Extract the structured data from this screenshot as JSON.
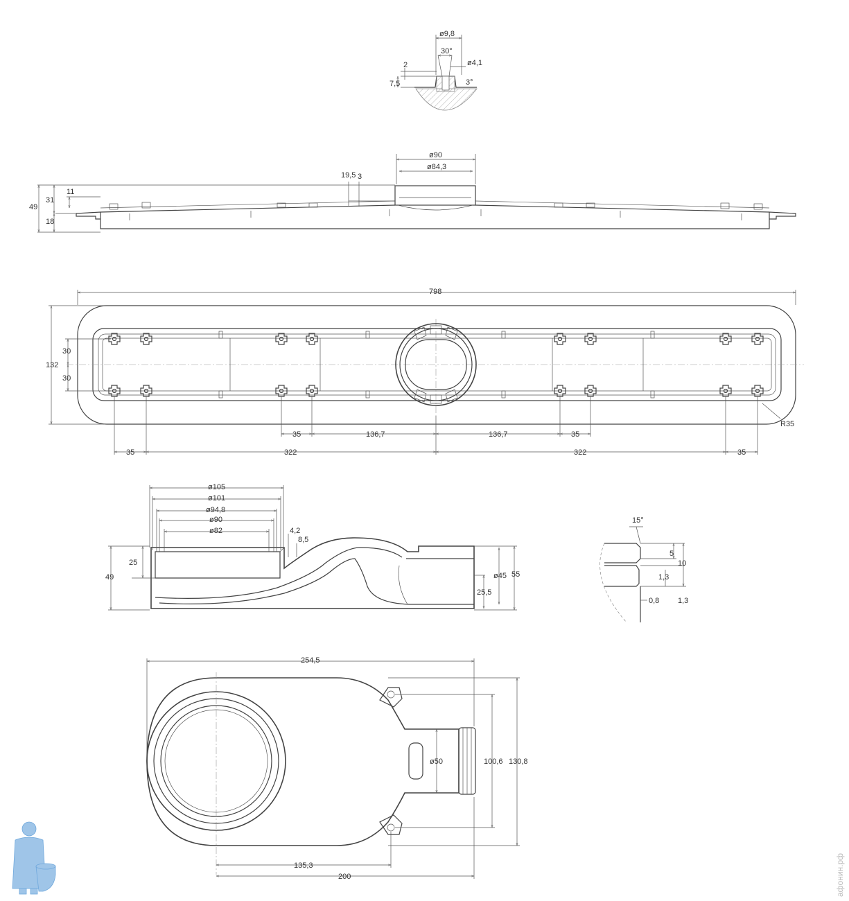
{
  "colors": {
    "line": "#444444",
    "dim": "#555555",
    "text": "#333333",
    "watermark": "#bbbbbb",
    "mascot": "#9fc5e8"
  },
  "detail_top": {
    "d1": "ø9,8",
    "angle": "30°",
    "d2": "ø4,1",
    "h1": "2",
    "h2": "7,5",
    "slope": "3°"
  },
  "side_view": {
    "d_outer": "ø90",
    "d_inner": "ø84,3",
    "h_total": "49",
    "h_31": "31",
    "h_11": "11",
    "h_18": "18",
    "off1": "19,5",
    "off2": "3"
  },
  "plan_view": {
    "length": "798",
    "width": "132",
    "c1": "30",
    "c2": "30",
    "radius": "R35",
    "row1": [
      "35",
      "136,7",
      "136,7",
      "35"
    ],
    "row2": [
      "35",
      "322",
      "322",
      "35"
    ]
  },
  "siphon_section": {
    "d1": "ø105",
    "d2": "ø101",
    "d3": "ø94,8",
    "d4": "ø90",
    "d5": "ø82",
    "t1": "4,2",
    "t2": "8,5",
    "h25": "25",
    "h49": "49",
    "d_out": "ø45",
    "h55": "55",
    "h255": "25,5"
  },
  "seal_detail": {
    "angle": "15°",
    "v5": "5",
    "v10": "10",
    "v13a": "1,3",
    "v08": "0,8",
    "v13b": "1,3"
  },
  "siphon_plan": {
    "w_total": "254,5",
    "d_out": "ø50",
    "h1": "100,6",
    "h2": "130,8",
    "w1": "135,3",
    "w2": "200"
  },
  "watermark": "афонин.рф",
  "icons": [
    "plumber-mascot-icon"
  ]
}
